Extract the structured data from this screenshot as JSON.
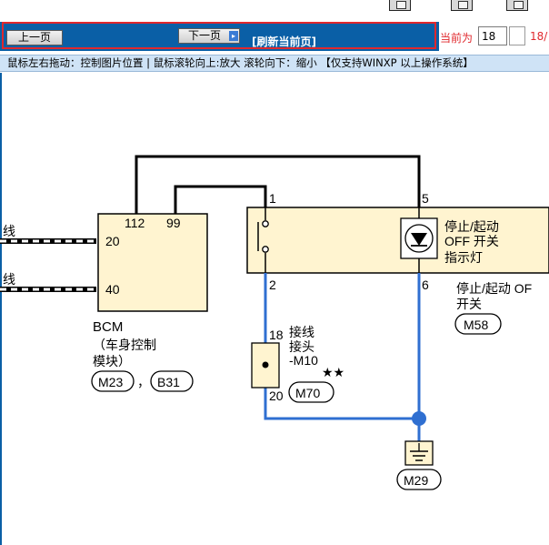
{
  "navigation": {
    "prev_label": "上一页",
    "next_label": "下一页",
    "refresh_label": "[刷新当前页]",
    "current_label": "当前为",
    "current_page": "18",
    "total_pages": "18/"
  },
  "info_bar": {
    "hint": "鼠标左右拖动：控制图片位置 | 鼠标滚轮向上:放大  滚轮向下：缩小 【仅支持WINXP 以上操作系统】"
  },
  "diagram": {
    "left_labels": [
      "线",
      "线"
    ],
    "bcm": {
      "name": "BCM",
      "desc_line1": "（车身控制",
      "desc_line2": "模块）",
      "pins_top": [
        "112",
        "99"
      ],
      "pins_left": [
        "20",
        "40"
      ],
      "connectors": [
        "M23",
        "B31"
      ],
      "separator": "，"
    },
    "switch": {
      "pin_top_left": "1",
      "pin_top_right": "5",
      "pin_bottom_left": "2",
      "pin_bottom_right": "6",
      "indicator_line1": "停止/起动",
      "indicator_line2": "OFF 开关",
      "indicator_line3": "指示灯",
      "name_line1": "停止/起动 OF",
      "name_line2": "开关",
      "connector": "M58"
    },
    "joint": {
      "pin_top": "18",
      "pin_bottom": "20",
      "line1": "接线",
      "line2": "接头",
      "line3": "-M10",
      "stars": "★★",
      "connector": "M70"
    },
    "ground": {
      "connector": "M29"
    },
    "colors": {
      "wire_blue": "#2f6fd1",
      "wire_black": "#000000",
      "block_fill": "#fff4d0"
    }
  }
}
